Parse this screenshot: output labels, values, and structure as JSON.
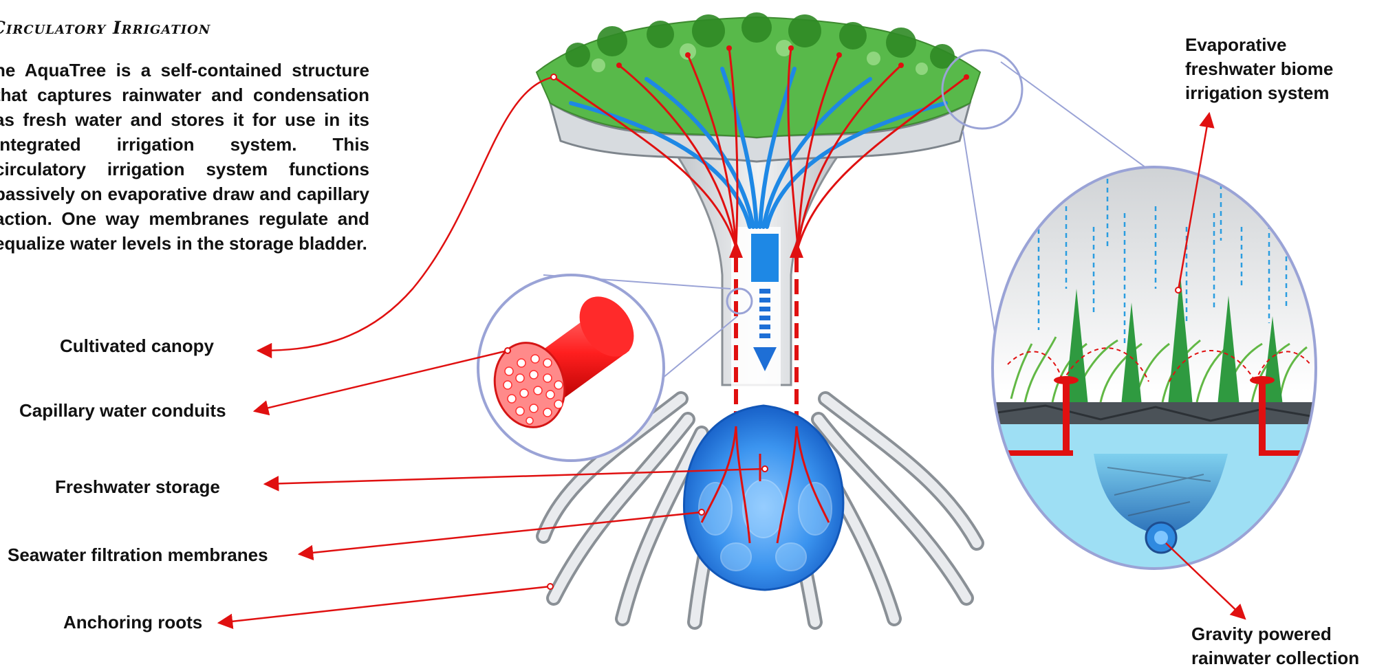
{
  "heading": "Circulatory Irrigation",
  "intro": "he AquaTree is a self-contained structure that captures rainwater and condensation as fresh water and stores it for use in its integrated irrigation system. This circulatory irrigation system functions passively on evaporative draw and capillary action. One way membranes regulate and equalize water levels in the storage bladder.",
  "labels": {
    "cultivated_canopy": "Cultivated canopy",
    "capillary_conduits": "Capillary water conduits",
    "freshwater_storage": "Freshwater storage",
    "filtration_membranes": "Seawater filtration membranes",
    "anchoring_roots": "Anchoring roots",
    "evaporative_irrigation": "Evaporative freshwater biome irrigation system",
    "gravity_collection": "Gravity powered rainwater collection"
  },
  "colors": {
    "arrow_red": "#e01010",
    "water_blue": "#1e88e5",
    "trunk_gray": "#d2d6da",
    "foliage_green": "#3faa2f",
    "lens_outline": "#9aa3d6"
  }
}
